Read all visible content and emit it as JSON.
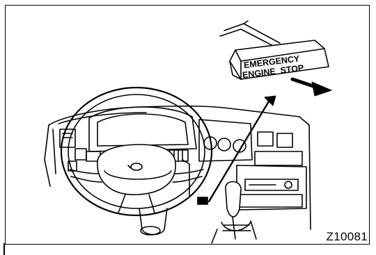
{
  "figure": {
    "label_line1": "EMERGENCY",
    "label_line2": "ENGINE  STOP",
    "code": "Z10081"
  }
}
